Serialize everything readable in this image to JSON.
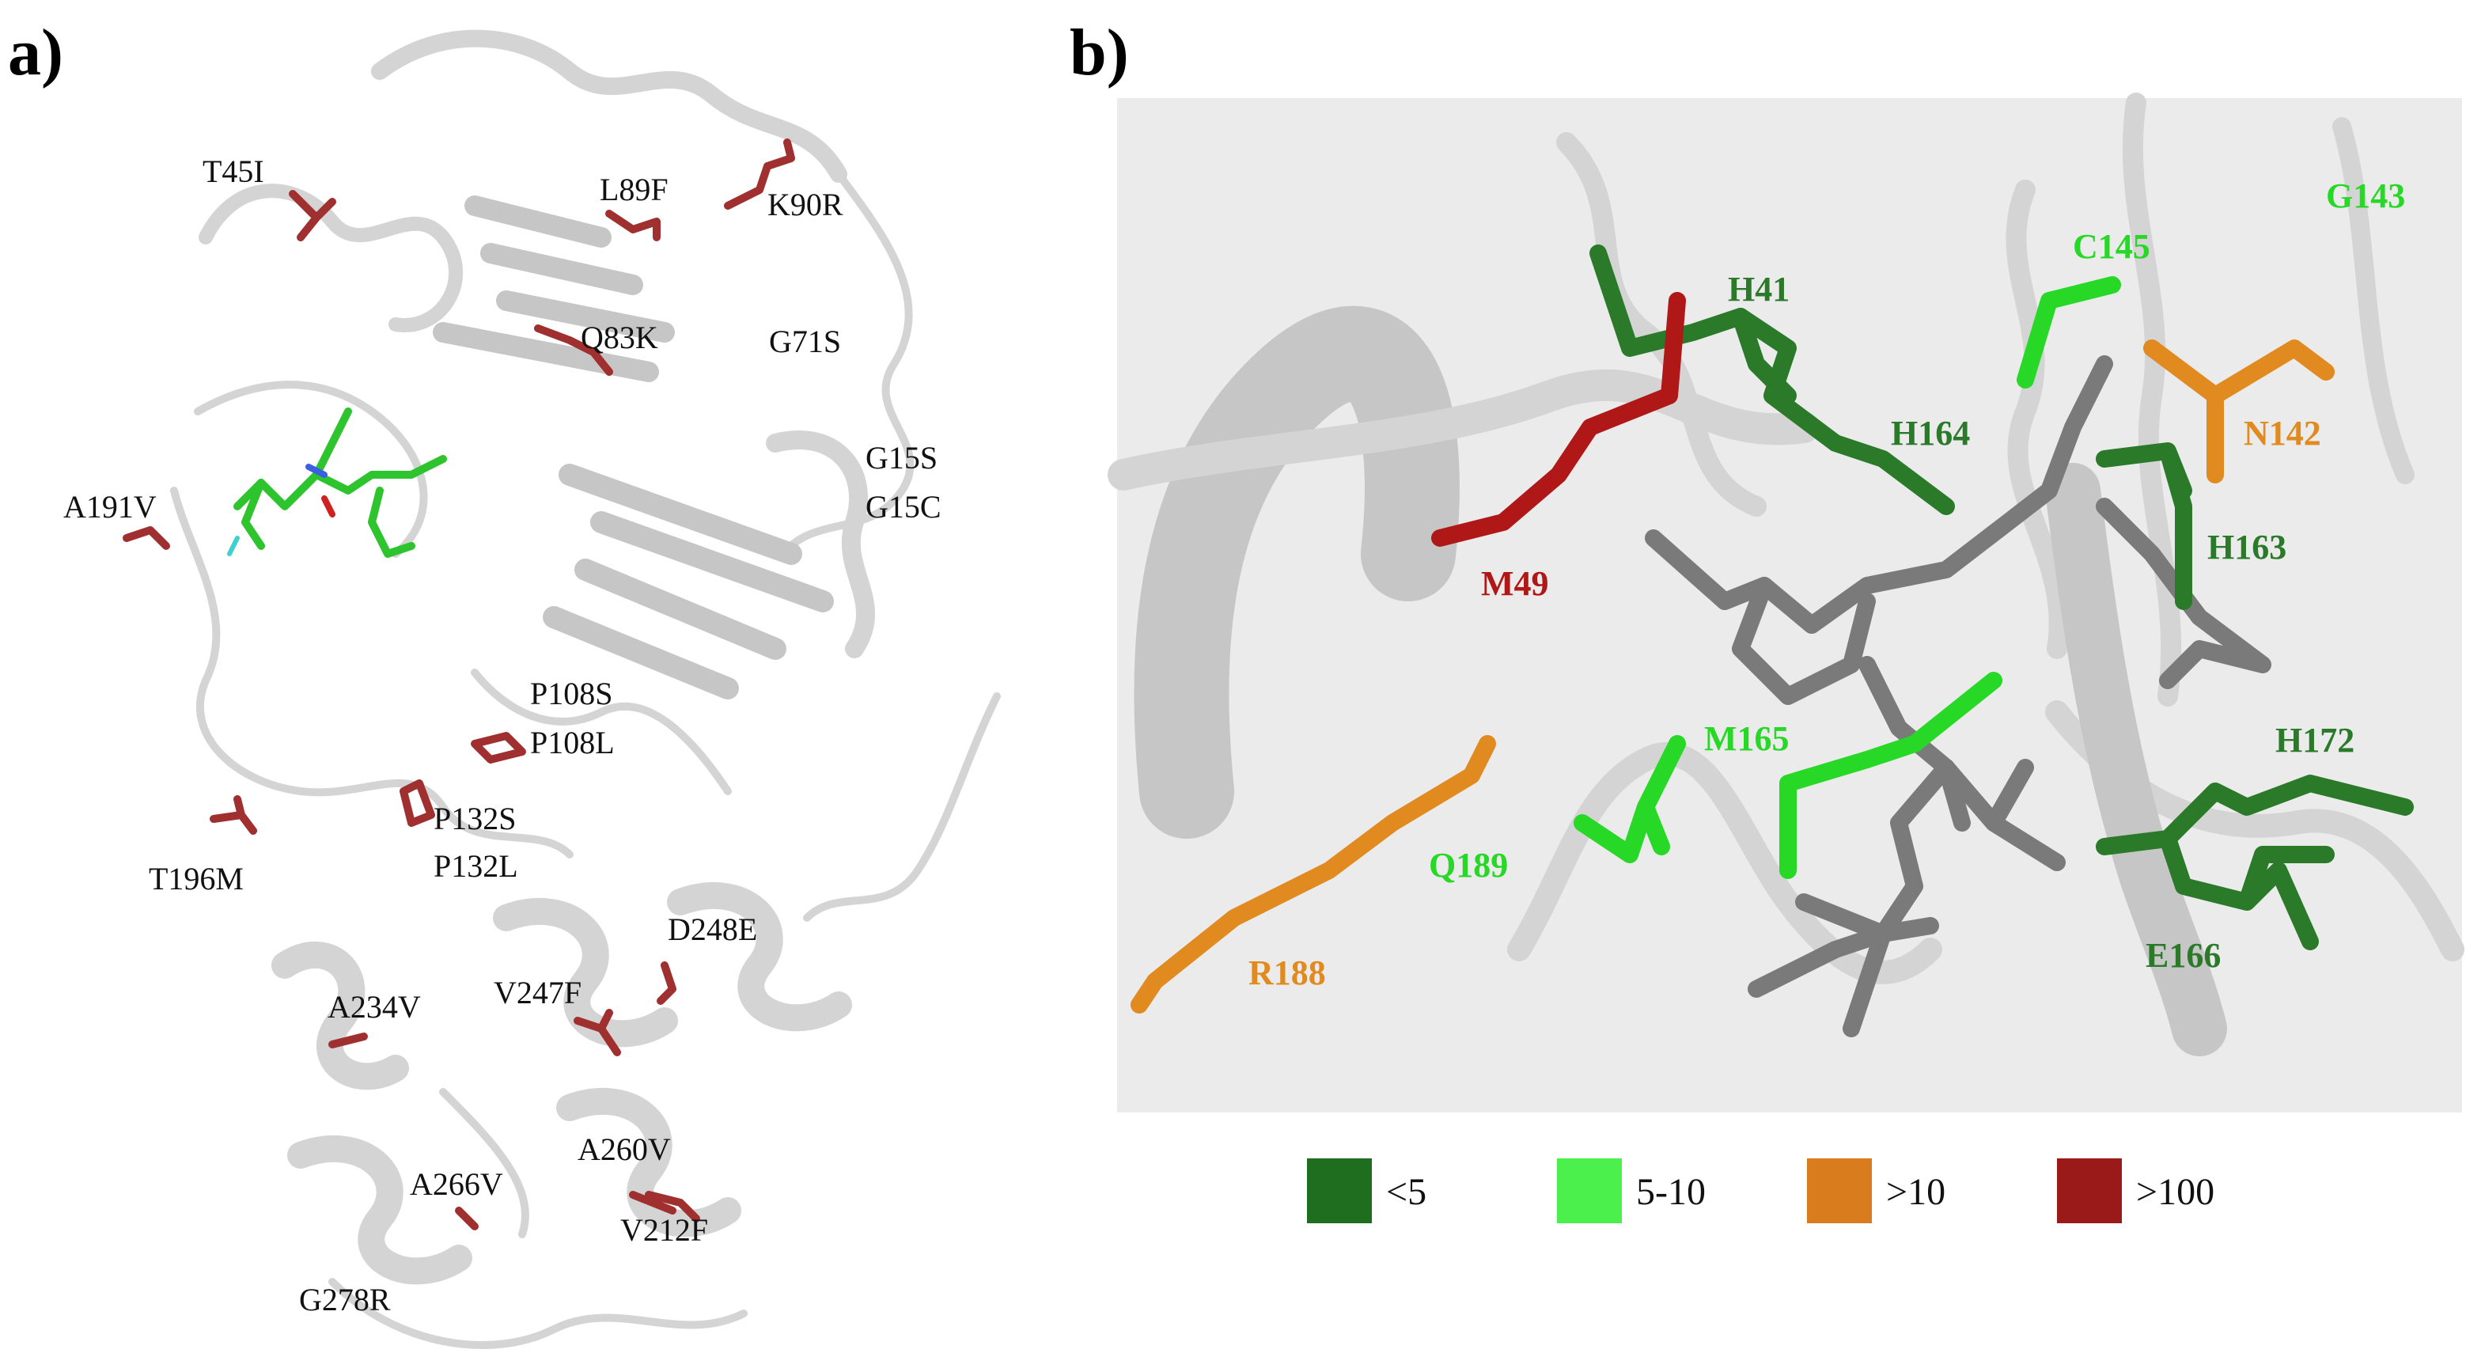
{
  "panels": {
    "a": {
      "tag": "a)",
      "mutations": {
        "t45i": "T45I",
        "l89f": "L89F",
        "k90r": "K90R",
        "q83k": "Q83K",
        "g71s": "G71S",
        "g15s": "G15S",
        "g15c": "G15C",
        "a191v": "A191V",
        "p108s": "P108S",
        "p108l": "P108L",
        "t196m": "T196M",
        "p132s": "P132S",
        "p132l": "P132L",
        "d248e": "D248E",
        "a234v": "A234V",
        "v247f": "V247F",
        "a260v": "A260V",
        "a266v": "A266V",
        "v212f": "V212F",
        "g278r": "G278R"
      }
    },
    "b": {
      "tag": "b)",
      "residues": {
        "h41": "H41",
        "c145": "C145",
        "g143": "G143",
        "h164": "H164",
        "n142": "N142",
        "m49": "M49",
        "h163": "H163",
        "m165": "M165",
        "h172": "H172",
        "q189": "Q189",
        "e166": "E166",
        "r188": "R188"
      },
      "legend": [
        {
          "label": "<5",
          "color": "#1f6e1f"
        },
        {
          "label": "5-10",
          "color": "#4cf04c"
        },
        {
          "label": ">10",
          "color": "#d97c1e"
        },
        {
          "label": ">100",
          "color": "#9a1a1a"
        }
      ]
    }
  },
  "colors": {
    "mutation_red": "#a03030",
    "dark_green": "#2a7a2a",
    "light_green": "#27d827",
    "orange": "#e08a20",
    "crimson": "#b01818",
    "ligand_gray": "#7a7a7a",
    "backbone_gray": "#d6d6d6"
  }
}
